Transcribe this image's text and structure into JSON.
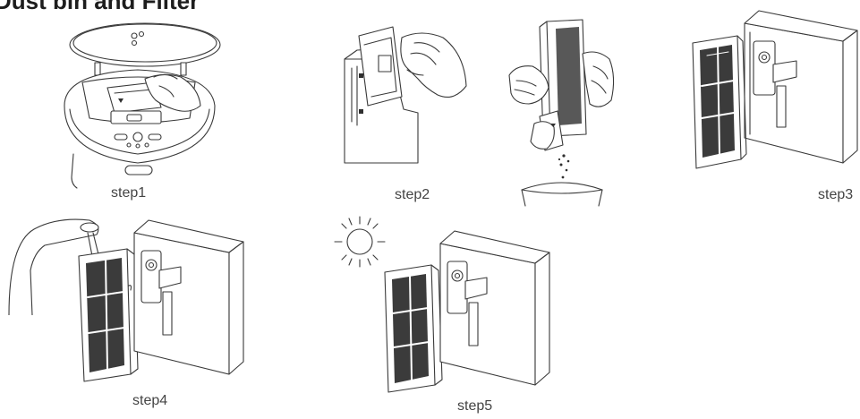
{
  "page": {
    "title": "Dust bin and Filter"
  },
  "steps": [
    {
      "label": "step1"
    },
    {
      "label": "step2"
    },
    {
      "label": "step3"
    },
    {
      "label": "step4"
    },
    {
      "label": "step5"
    }
  ]
}
